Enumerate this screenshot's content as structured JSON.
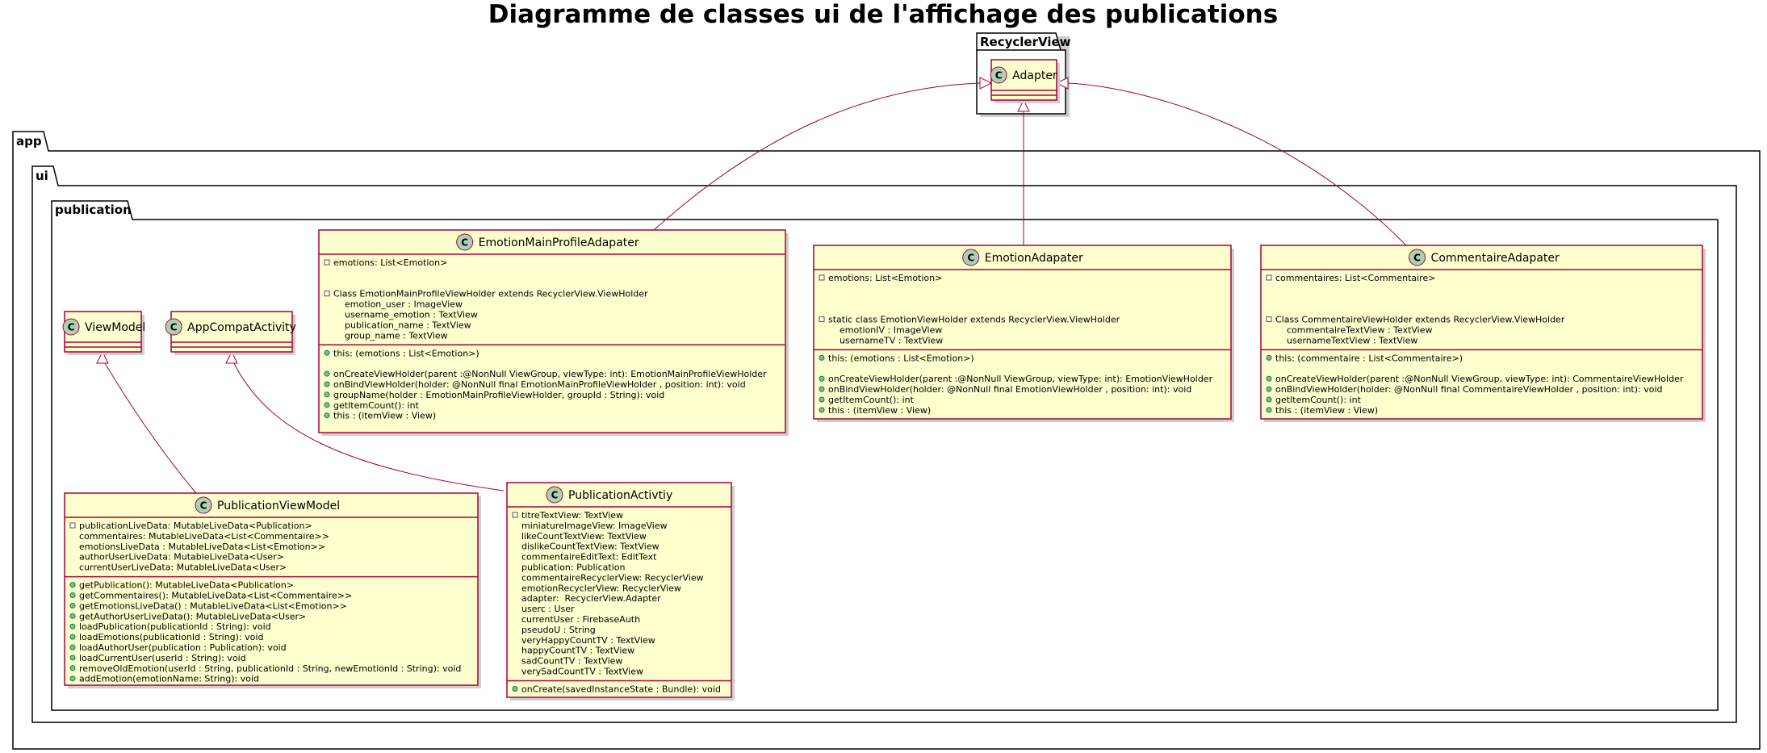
{
  "diagram": {
    "title": "Diagramme de classes ui de l'affichage des publications",
    "packages": {
      "recyclerview": "RecyclerView",
      "app": "app",
      "ui": "ui",
      "publication": "publication"
    },
    "classes": {
      "adapter": {
        "name": "Adapter",
        "fields": [],
        "methods": []
      },
      "viewmodel": {
        "name": "ViewModel",
        "fields": [],
        "methods": []
      },
      "appcompat": {
        "name": "AppCompatActivity",
        "fields": [],
        "methods": []
      },
      "emotionmain": {
        "name": "EmotionMainProfileAdapater",
        "fields": [
          "emotions: List<Emotion>",
          "",
          "",
          "Class EmotionMainProfileViewHolder extends RecyclerView.ViewHolder",
          "    emotion_user : ImageView",
          "    username_emotion : TextView",
          "    publication_name : TextView",
          "    group_name : TextView"
        ],
        "methods": [
          "this: (emotions : List<Emotion>)",
          "",
          "onCreateViewHolder(parent :@NonNull ViewGroup, viewType: int): EmotionMainProfileViewHolder",
          "onBindViewHolder(holder: @NonNull final EmotionMainProfileViewHolder , position: int): void",
          "groupName(holder : EmotionMainProfileViewHolder, groupId : String): void",
          "getItemCount(): int",
          "this : (itemView : View)"
        ]
      },
      "emotion": {
        "name": "EmotionAdapater",
        "fields": [
          "emotions: List<Emotion>",
          "",
          "",
          "",
          "static class EmotionViewHolder extends RecyclerView.ViewHolder",
          "    emotionIV : ImageView",
          "    usernameTV : TextView"
        ],
        "methods": [
          "this: (emotions : List<Emotion>)",
          "",
          "onCreateViewHolder(parent :@NonNull ViewGroup, viewType: int): EmotionViewHolder",
          "onBindViewHolder(holder: @NonNull final EmotionViewHolder , position: int): void",
          "getItemCount(): int",
          "this : (itemView : View)"
        ]
      },
      "commentaire": {
        "name": "CommentaireAdapater",
        "fields": [
          "commentaires: List<Commentaire>",
          "",
          "",
          "",
          "Class CommentaireViewHolder extends RecyclerView.ViewHolder",
          "    commentaireTextView : TextView",
          "    usernameTextView : TextView"
        ],
        "methods": [
          "this: (commentaire : List<Commentaire>)",
          "",
          "onCreateViewHolder(parent :@NonNull ViewGroup, viewType: int): CommentaireViewHolder",
          "onBindViewHolder(holder: @NonNull final CommentaireViewHolder , position: int): void",
          "getItemCount(): int",
          "this : (itemView : View)"
        ]
      },
      "pubviewmodel": {
        "name": "PublicationViewModel",
        "fields": [
          "publicationLiveData: MutableLiveData<Publication>",
          "commentaires: MutableLiveData<List<Commentaire>>",
          "emotionsLiveData : MutableLiveData<List<Emotion>>",
          "authorUserLiveData: MutableLiveData<User>",
          "currentUserLiveData: MutableLiveData<User>"
        ],
        "methods": [
          "getPublication(): MutableLiveData<Publication>",
          "getCommentaires(): MutableLiveData<List<Commentaire>>",
          "getEmotionsLiveData() : MutableLiveData<List<Emotion>>",
          "getAuthorUserLiveData(): MutableLiveData<User>",
          "loadPublication(publicationId : String): void",
          "loadEmotions(publicationId : String): void",
          "loadAuthorUser(publication : Publication): void",
          "loadCurrentUser(userId : String): void",
          "removeOldEmotion(userId : String, publicationId : String, newEmotionId : String): void",
          "addEmotion(emotionName: String): void"
        ]
      },
      "pubactivity": {
        "name": "PublicationActivtiy",
        "fields": [
          "titreTextView: TextView",
          "miniatureImageView: ImageView",
          "likeCountTextView: TextView",
          "dislikeCountTextView: TextView",
          "commentaireEditText: EditText",
          "publication: Publication",
          "commentaireRecyclerView: RecyclerView",
          "emotionRecyclerView: RecyclerView",
          "adapter:  RecyclerView.Adapter",
          "userc : User",
          "currentUser : FirebaseAuth",
          "pseudoU : String",
          "veryHappyCountTV : TextView",
          "happyCountTV : TextView",
          "sadCountTV : TextView",
          "verySadCountTV : TextView"
        ],
        "methods": [
          "onCreate(savedInstanceState : Bundle): void"
        ]
      }
    },
    "colors": {
      "class_fill": "#FEFECE",
      "class_border": "#A80036",
      "circle_fill": "#ADD1B2",
      "field_visibility": "#ffffff",
      "method_visibility": "#84be84"
    }
  }
}
